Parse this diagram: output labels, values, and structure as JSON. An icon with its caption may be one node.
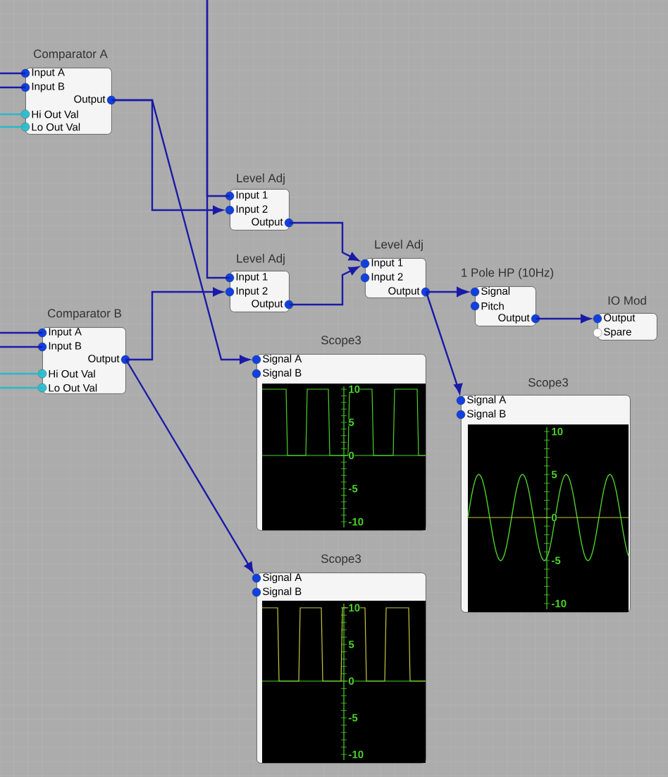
{
  "diagram": {
    "nodes": [
      {
        "text": [
          "Comparator A",
          "Input A",
          "Input B",
          "Output",
          "Hi Out Val",
          "Lo Out Val"
        ]
      },
      {
        "text": [
          "Level Adj",
          "Input 1",
          "Input 2",
          "Output"
        ]
      },
      {
        "text": [
          "Level Adj",
          "Input 1",
          "Input 2",
          "Output"
        ]
      },
      {
        "text": [
          "Comparator B",
          "Input A",
          "Input B",
          "Output",
          "Hi Out Val",
          "Lo Out Val"
        ]
      },
      {
        "text": [
          "Level Adj",
          "Input 1",
          "Input 2",
          "Output"
        ]
      },
      {
        "text": [
          "1 Pole HP (10Hz)",
          "Signal",
          "Pitch",
          "Output"
        ]
      },
      {
        "text": [
          "IO Mod",
          "Output",
          "Spare"
        ]
      },
      {
        "text": [
          "Scope3",
          "Signal A",
          "Signal B"
        ]
      },
      {
        "text": [
          "Scope3",
          "Signal A",
          "Signal B"
        ]
      },
      {
        "text": [
          "Scope3",
          "Signal A",
          "Signal B"
        ]
      }
    ],
    "edges": [
      {
        "from": null,
        "to": 0,
        "arrow": "none"
      },
      {
        "from": null,
        "to": 0,
        "arrow": "none"
      },
      {
        "from": null,
        "to": 0,
        "arrow": "none",
        "color": "#2ab8c8"
      },
      {
        "from": null,
        "to": 0,
        "arrow": "none",
        "color": "#2ab8c8"
      },
      {
        "from": null,
        "to": 3,
        "arrow": "none"
      },
      {
        "from": null,
        "to": 3,
        "arrow": "none"
      },
      {
        "from": null,
        "to": 3,
        "arrow": "none",
        "color": "#2ab8c8"
      },
      {
        "from": null,
        "to": 3,
        "arrow": "none",
        "color": "#2ab8c8"
      },
      {
        "from": null,
        "to": 1,
        "arrow": "none"
      },
      {
        "from": null,
        "to": 2,
        "arrow": "none"
      },
      {
        "from": 0,
        "to": 1,
        "arrow": "to"
      },
      {
        "from": 0,
        "to": 7,
        "arrow": "to"
      },
      {
        "from": 3,
        "to": 2,
        "arrow": "to"
      },
      {
        "from": 3,
        "to": 9,
        "arrow": "to"
      },
      {
        "from": 1,
        "to": 4,
        "arrow": "to"
      },
      {
        "from": 2,
        "to": 4,
        "arrow": "to"
      },
      {
        "from": 4,
        "to": 5,
        "arrow": "to"
      },
      {
        "from": 4,
        "to": 8,
        "arrow": "to"
      },
      {
        "from": 5,
        "to": 6,
        "arrow": "to"
      }
    ],
    "labels": [
      "10",
      "5",
      "0",
      "-5",
      "-10",
      "10",
      "5",
      "0",
      "-5",
      "-10",
      "10",
      "5",
      "0",
      "-5",
      "-10"
    ]
  }
}
